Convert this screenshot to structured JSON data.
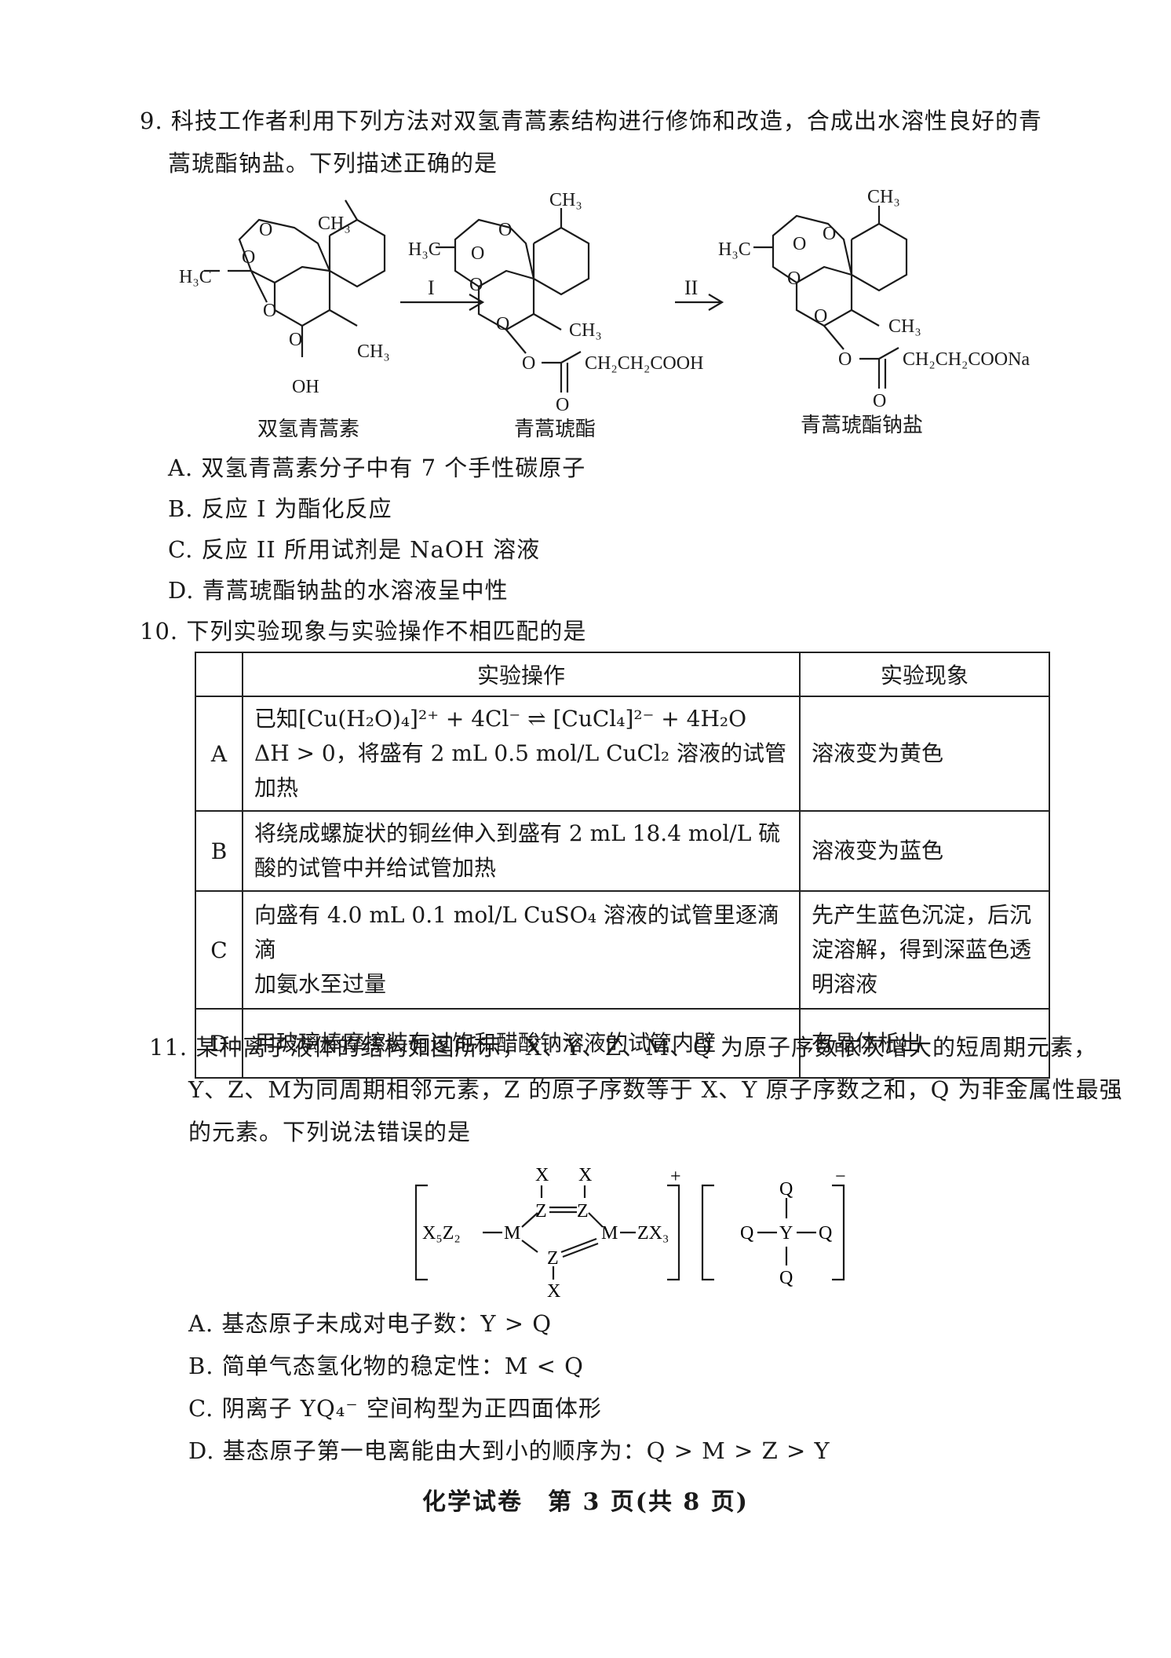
{
  "q9": {
    "stem_line1": "9. 科技工作者利用下列方法对双氢青蒿素结构进行修饰和改造，合成出水溶性良好的青",
    "stem_line2": "蒿琥酯钠盐。下列描述正确的是",
    "labels": [
      "双氢青蒿素",
      "青蒿琥酯",
      "青蒿琥酯钠盐"
    ],
    "arrow1": "I",
    "arrow2": "II",
    "groups": {
      "ch3": "CH₃",
      "h3c": "H₃C",
      "o": "O",
      "oh": "OH",
      "chain_acid": "CH₂CH₂COOH",
      "chain_salt": "CH₂CH₂COONa"
    },
    "options": [
      "A. 双氢青蒿素分子中有 7 个手性碳原子",
      "B. 反应 I 为酯化反应",
      "C. 反应 II 所用试剂是 NaOH 溶液",
      "D. 青蒿琥酯钠盐的水溶液呈中性"
    ]
  },
  "q10": {
    "stem": "10. 下列实验现象与实验操作不相匹配的是",
    "headers": [
      "实验操作",
      "实验现象"
    ],
    "rows": [
      {
        "letter": "A",
        "op_line1": "已知[Cu(H₂O)₄]²⁺ + 4Cl⁻ ⇌ [CuCl₄]²⁻ + 4H₂O",
        "op_line2": "ΔH > 0，将盛有 2 mL 0.5 mol/L CuCl₂ 溶液的试管加热",
        "phenomenon": "溶液变为黄色"
      },
      {
        "letter": "B",
        "op_line1": "将绕成螺旋状的铜丝伸入到盛有 2 mL 18.4 mol/L 硫",
        "op_line2": "酸的试管中并给试管加热",
        "phenomenon": "溶液变为蓝色"
      },
      {
        "letter": "C",
        "op_line1": "向盛有 4.0 mL 0.1 mol/L CuSO₄ 溶液的试管里逐滴滴",
        "op_line2": "加氨水至过量",
        "phenomenon": "先产生蓝色沉淀，后沉淀溶解，得到深蓝色透明溶液"
      },
      {
        "letter": "D",
        "op_line1": "用玻璃棒摩擦装有过饱和醋酸钠溶液的试管内壁",
        "op_line2": "",
        "phenomenon": "有晶体析出"
      }
    ]
  },
  "q11": {
    "stem_line1": "11. 某种离子液体的结构如图所示，X、Y、Z、M、Q 为原子序数依次增大的短周期元素，",
    "stem_line2": "Y、Z、M为同周期相邻元素，Z 的原子序数等于 X、Y 原子序数之和，Q 为非金属性最强",
    "stem_line3": "的元素。下列说法错误的是",
    "struct": {
      "left_group": "X₅Z₂",
      "right_group": "ZX₃",
      "x": "X",
      "z": "Z",
      "m": "M",
      "y": "Y",
      "q": "Q",
      "plus": "+",
      "minus": "−"
    },
    "options": [
      "A. 基态原子未成对电子数：Y > Q",
      "B. 简单气态氢化物的稳定性：M < Q",
      "C. 阴离子 YQ₄⁻ 空间构型为正四面体形",
      "D. 基态原子第一电离能由大到小的顺序为：Q > M > Z > Y"
    ]
  },
  "footer": "化学试卷　第 3 页(共 8 页)"
}
